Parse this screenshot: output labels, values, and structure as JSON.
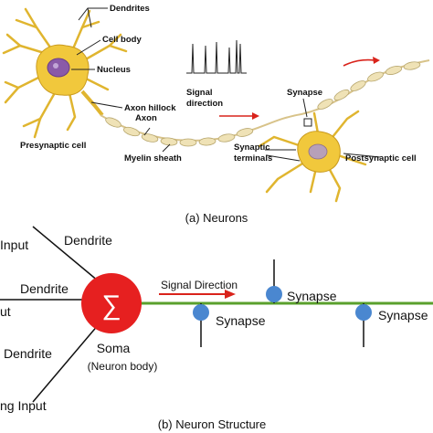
{
  "top_panel": {
    "labels": {
      "dendrites": "Dendrites",
      "cell_body": "Cell body",
      "nucleus": "Nucleus",
      "axon_hillock": "Axon hillock",
      "axon": "Axon",
      "presynaptic_cell": "Presynaptic cell",
      "myelin_sheath": "Myelin sheath",
      "signal_direction_1": "Signal",
      "signal_direction_2": "direction",
      "synapse": "Synapse",
      "synaptic_terminals_1": "Synaptic",
      "synaptic_terminals_2": "terminals",
      "postsynaptic_cell": "Postsynaptic cell"
    },
    "caption": "(a) Neurons"
  },
  "bottom_panel": {
    "inputs": [
      "Input",
      "ut",
      "ng Input"
    ],
    "dendrites": [
      "Dendrite",
      "Dendrite",
      "Dendrite"
    ],
    "soma_symbol": "∑",
    "soma_label": "Soma",
    "soma_sublabel": "(Neuron body)",
    "signal_direction": "Signal Direction",
    "synapses": [
      "Synapse",
      "Synapse",
      "Synapse"
    ],
    "caption": "(b) Neuron Structure"
  },
  "colors": {
    "cell": "#f1c83c",
    "cell_dark": "#c99a1e",
    "nucleus": "#8a5aa8",
    "myelin": "#efe2b6",
    "arrow_red": "#d9231b",
    "soma_red": "#e62020",
    "axon_green": "#5aa02c",
    "synapse_blue": "#4a87d0"
  }
}
